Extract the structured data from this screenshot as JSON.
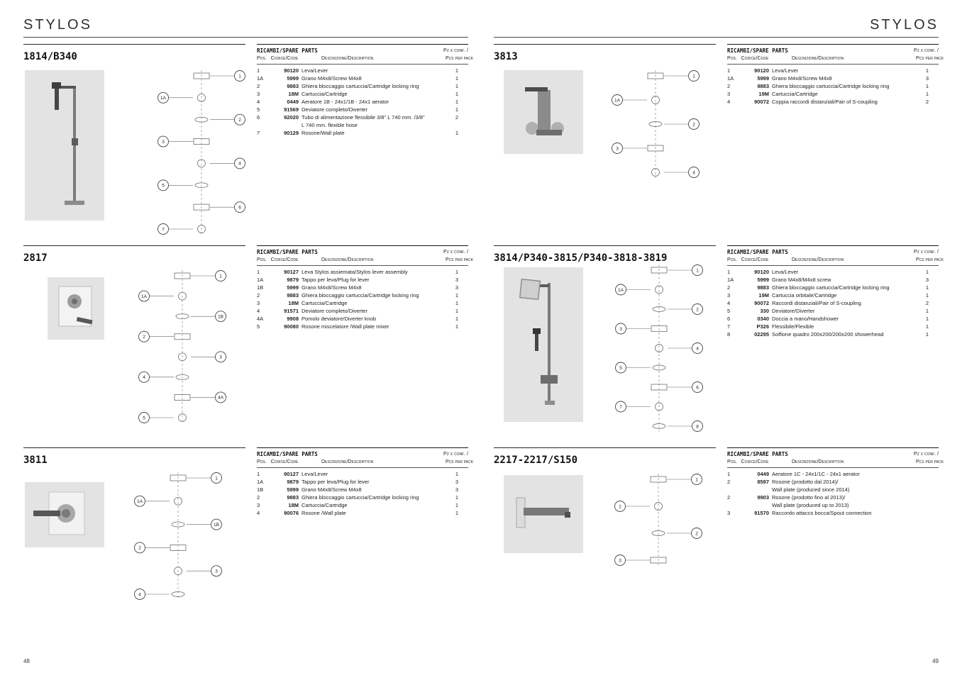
{
  "header": {
    "brand_left": "STYLOS",
    "brand_right": "STYLOS"
  },
  "footer": {
    "page_left": "48",
    "page_right": "49"
  },
  "table_header": {
    "title": "RICAMBI/SPARE PARTS",
    "pos": "Pos.",
    "code": "Codice/Code",
    "description": "Descrizione/Description",
    "qty1": "Pz x conf. /",
    "qty2": "Pcs per pack"
  },
  "sections": [
    {
      "title": "1814/B340",
      "rows": [
        {
          "pos": "1",
          "code": "90120",
          "desc": "Leva/Lever",
          "qty": "1"
        },
        {
          "pos": "1A",
          "code": "5999",
          "desc": "Grano M4x8/Screw M4x8",
          "qty": "1"
        },
        {
          "pos": "2",
          "code": "9883",
          "desc": "Ghiera bloccaggio cartuccia/Cartridge locking ring",
          "qty": "1"
        },
        {
          "pos": "3",
          "code": "18M",
          "desc": "Cartuccia/Cartridge",
          "qty": "1"
        },
        {
          "pos": "4",
          "code": "0449",
          "desc": "Aeratore 1B - 24x1/1B - 24x1 aerator",
          "qty": "1"
        },
        {
          "pos": "5",
          "code": "91569",
          "desc": "Deviatore completo/Diverter",
          "qty": "1"
        },
        {
          "pos": "6",
          "code": "92020",
          "desc": "Tubo di alimentazione flessibile 3/8\" L 740 mm. /3/8\"\nL 740 mm. flexible hose",
          "qty": "2"
        },
        {
          "pos": "7",
          "code": "90129",
          "desc": "Rosone/Wall plate",
          "qty": "1"
        }
      ]
    },
    {
      "title": "2817",
      "rows": [
        {
          "pos": "1",
          "code": "90127",
          "desc": "Leva Stylos assiemata/Stylos lever assembly",
          "qty": "1"
        },
        {
          "pos": "1A",
          "code": "9879",
          "desc": "Tappo per leva/Plug for lever",
          "qty": "3"
        },
        {
          "pos": "1B",
          "code": "5999",
          "desc": "Grano M4x8/Screw M4x8",
          "qty": "3"
        },
        {
          "pos": "2",
          "code": "9883",
          "desc": "Ghiera bloccaggio cartuccia/Cartridge locking ring",
          "qty": "1"
        },
        {
          "pos": "3",
          "code": "18M",
          "desc": "Cartuccia/Cartridge",
          "qty": "1"
        },
        {
          "pos": "4",
          "code": "91571",
          "desc": "Deviatore completo/Diverter",
          "qty": "1"
        },
        {
          "pos": "4A",
          "code": "9908",
          "desc": "Pomolo deviatore/Diverter knob",
          "qty": "1"
        },
        {
          "pos": "5",
          "code": "90080",
          "desc": "Rosone miscelatore /Wall plate mixer",
          "qty": "1"
        }
      ]
    },
    {
      "title": "3811",
      "rows": [
        {
          "pos": "1",
          "code": "90127",
          "desc": "Leva/Lever",
          "qty": "1"
        },
        {
          "pos": "1A",
          "code": "9879",
          "desc": "Tappo per leva/Plug for lever",
          "qty": "3"
        },
        {
          "pos": "1B",
          "code": "5999",
          "desc": "Grano M4x8/Screw M4x8",
          "qty": "3"
        },
        {
          "pos": "2",
          "code": "9883",
          "desc": "Ghiera bloccaggio cartuccia/Cartridge locking ring",
          "qty": "1"
        },
        {
          "pos": "3",
          "code": "18M",
          "desc": "Cartuccia/Cartridge",
          "qty": "1"
        },
        {
          "pos": "4",
          "code": "90076",
          "desc": "Rosone /Wall plate",
          "qty": "1"
        }
      ]
    },
    {
      "title": "3813",
      "rows": [
        {
          "pos": "1",
          "code": "90120",
          "desc": "Leva/Lever",
          "qty": "1"
        },
        {
          "pos": "1A",
          "code": "5999",
          "desc": "Grano M4x8/Screw M4x8",
          "qty": "3"
        },
        {
          "pos": "2",
          "code": "9883",
          "desc": "Ghiera bloccaggio cartuccia/Cartridge locking ring",
          "qty": "1"
        },
        {
          "pos": "3",
          "code": "19M",
          "desc": "Cartuccia/Cartridge",
          "qty": "1"
        },
        {
          "pos": "4",
          "code": "90072",
          "desc": "Coppia raccordi distanziali/Pair of S-coupling",
          "qty": "2"
        }
      ]
    },
    {
      "title": "3814/P340-3815/P340-3818-3819",
      "rows": [
        {
          "pos": "1",
          "code": "90120",
          "desc": "Leva/Lever",
          "qty": "1"
        },
        {
          "pos": "1A",
          "code": "5999",
          "desc": "Grano M4x8/M4x8 screw",
          "qty": "3"
        },
        {
          "pos": "2",
          "code": "9883",
          "desc": "Ghiera bloccaggio cartuccia/Cartridge locking ring",
          "qty": "1"
        },
        {
          "pos": "3",
          "code": "19M",
          "desc": "Cartuccia orbitale/Cartridge",
          "qty": "1"
        },
        {
          "pos": "4",
          "code": "90072",
          "desc": "Raccordi distanziali/Pair of S-coupling",
          "qty": "2"
        },
        {
          "pos": "5",
          "code": "330",
          "desc": "Deviatore/Diverter",
          "qty": "1"
        },
        {
          "pos": "6",
          "code": "0340",
          "desc": "Doccia a mano/Handshower",
          "qty": "1"
        },
        {
          "pos": "7",
          "code": "P326",
          "desc": "Flessibile/Flexible",
          "qty": "1"
        },
        {
          "pos": "8",
          "code": "02295",
          "desc": "Soffione quadro 200x200/200x200 showerhead",
          "qty": "1"
        }
      ]
    },
    {
      "title": "2217-2217/S150",
      "rows": [
        {
          "pos": "1",
          "code": "0449",
          "desc": "Aeratore 1C - 24x1/1C - 24x1 aerator",
          "qty": ""
        },
        {
          "pos": "2",
          "code": "8597",
          "desc": "Rosone (prodotto dal 2014)/\nWall plate (produced since 2014)",
          "qty": ""
        },
        {
          "pos": "2",
          "code": "9903",
          "desc": "Rosone (prodotto fino al 2013)/\nWall plate (produced up to 2013)",
          "qty": ""
        },
        {
          "pos": "3",
          "code": "91570",
          "desc": "Raccordo attacco bocca/Spout connection",
          "qty": ""
        }
      ]
    }
  ]
}
